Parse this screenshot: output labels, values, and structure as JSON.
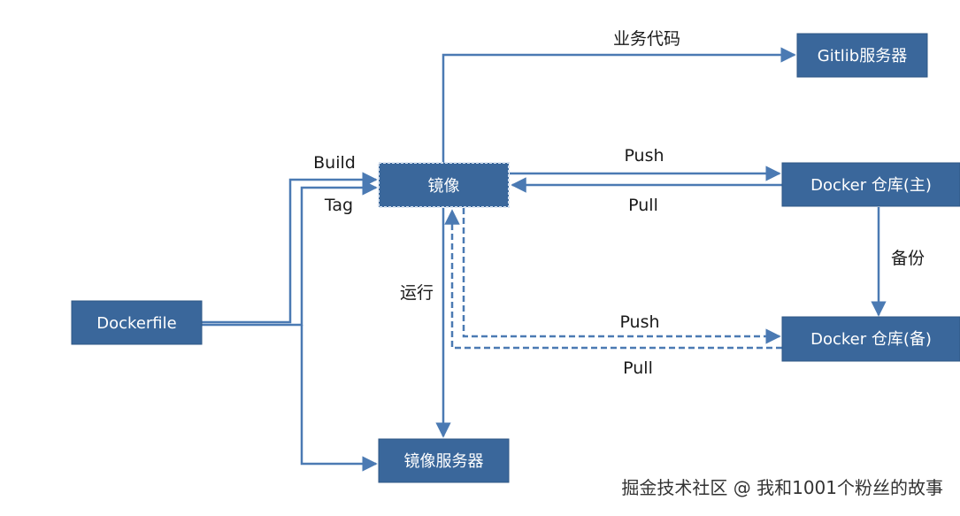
{
  "nodes": {
    "dockerfile": "Dockerfile",
    "image": "镜像",
    "gitlab": "Gitlib服务器",
    "registry_main": "Docker 仓库(主)",
    "registry_backup": "Docker 仓库(备)",
    "image_server": "镜像服务器"
  },
  "edges": {
    "build": "Build",
    "tag": "Tag",
    "business_code": "业务代码",
    "push_main": "Push",
    "pull_main": "Pull",
    "backup": "备份",
    "run": "运行",
    "push_backup": "Push",
    "pull_backup": "Pull"
  },
  "watermark": "掘金技术社区 @ 我和1001个粉丝的故事",
  "colors": {
    "node_fill": "#3a679b",
    "edge": "#4b7ab3",
    "node_text": "#ffffff"
  }
}
